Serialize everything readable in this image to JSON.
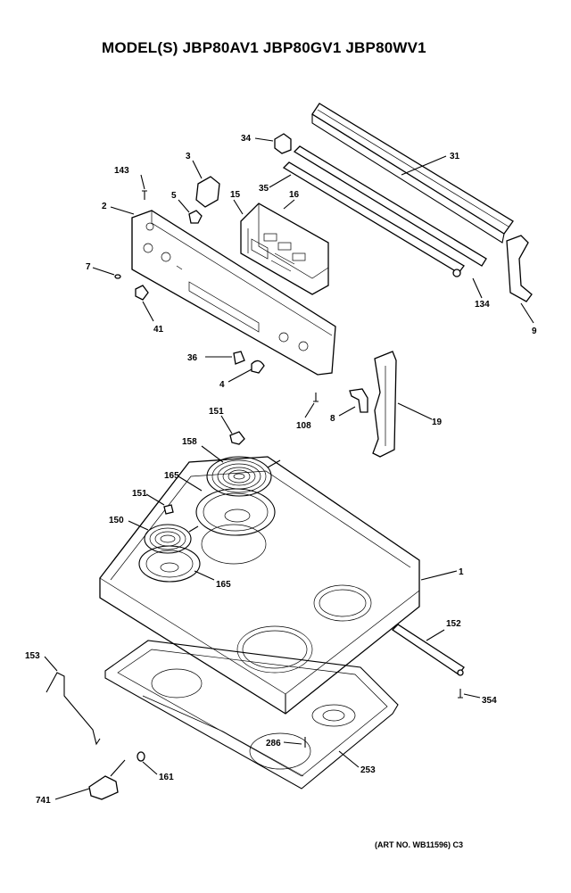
{
  "title": "MODEL(S) JBP80AV1  JBP80GV1  JBP80WV1",
  "art_number": "(ART NO. WB11596) C3",
  "callouts": {
    "c34": "34",
    "c31": "31",
    "c3": "3",
    "c143": "143",
    "c35": "35",
    "c16": "16",
    "c15": "15",
    "c5": "5",
    "c2": "2",
    "c7": "7",
    "c134": "134",
    "c9": "9",
    "c41": "41",
    "c36": "36",
    "c4": "4",
    "c108": "108",
    "c8": "8",
    "c19": "19",
    "c151a": "151",
    "c158": "158",
    "c165a": "165",
    "c151b": "151",
    "c150": "150",
    "c165b": "165",
    "c1": "1",
    "c152": "152",
    "c153": "153",
    "c354": "354",
    "c286": "286",
    "c253": "253",
    "c161": "161",
    "c741": "741"
  }
}
